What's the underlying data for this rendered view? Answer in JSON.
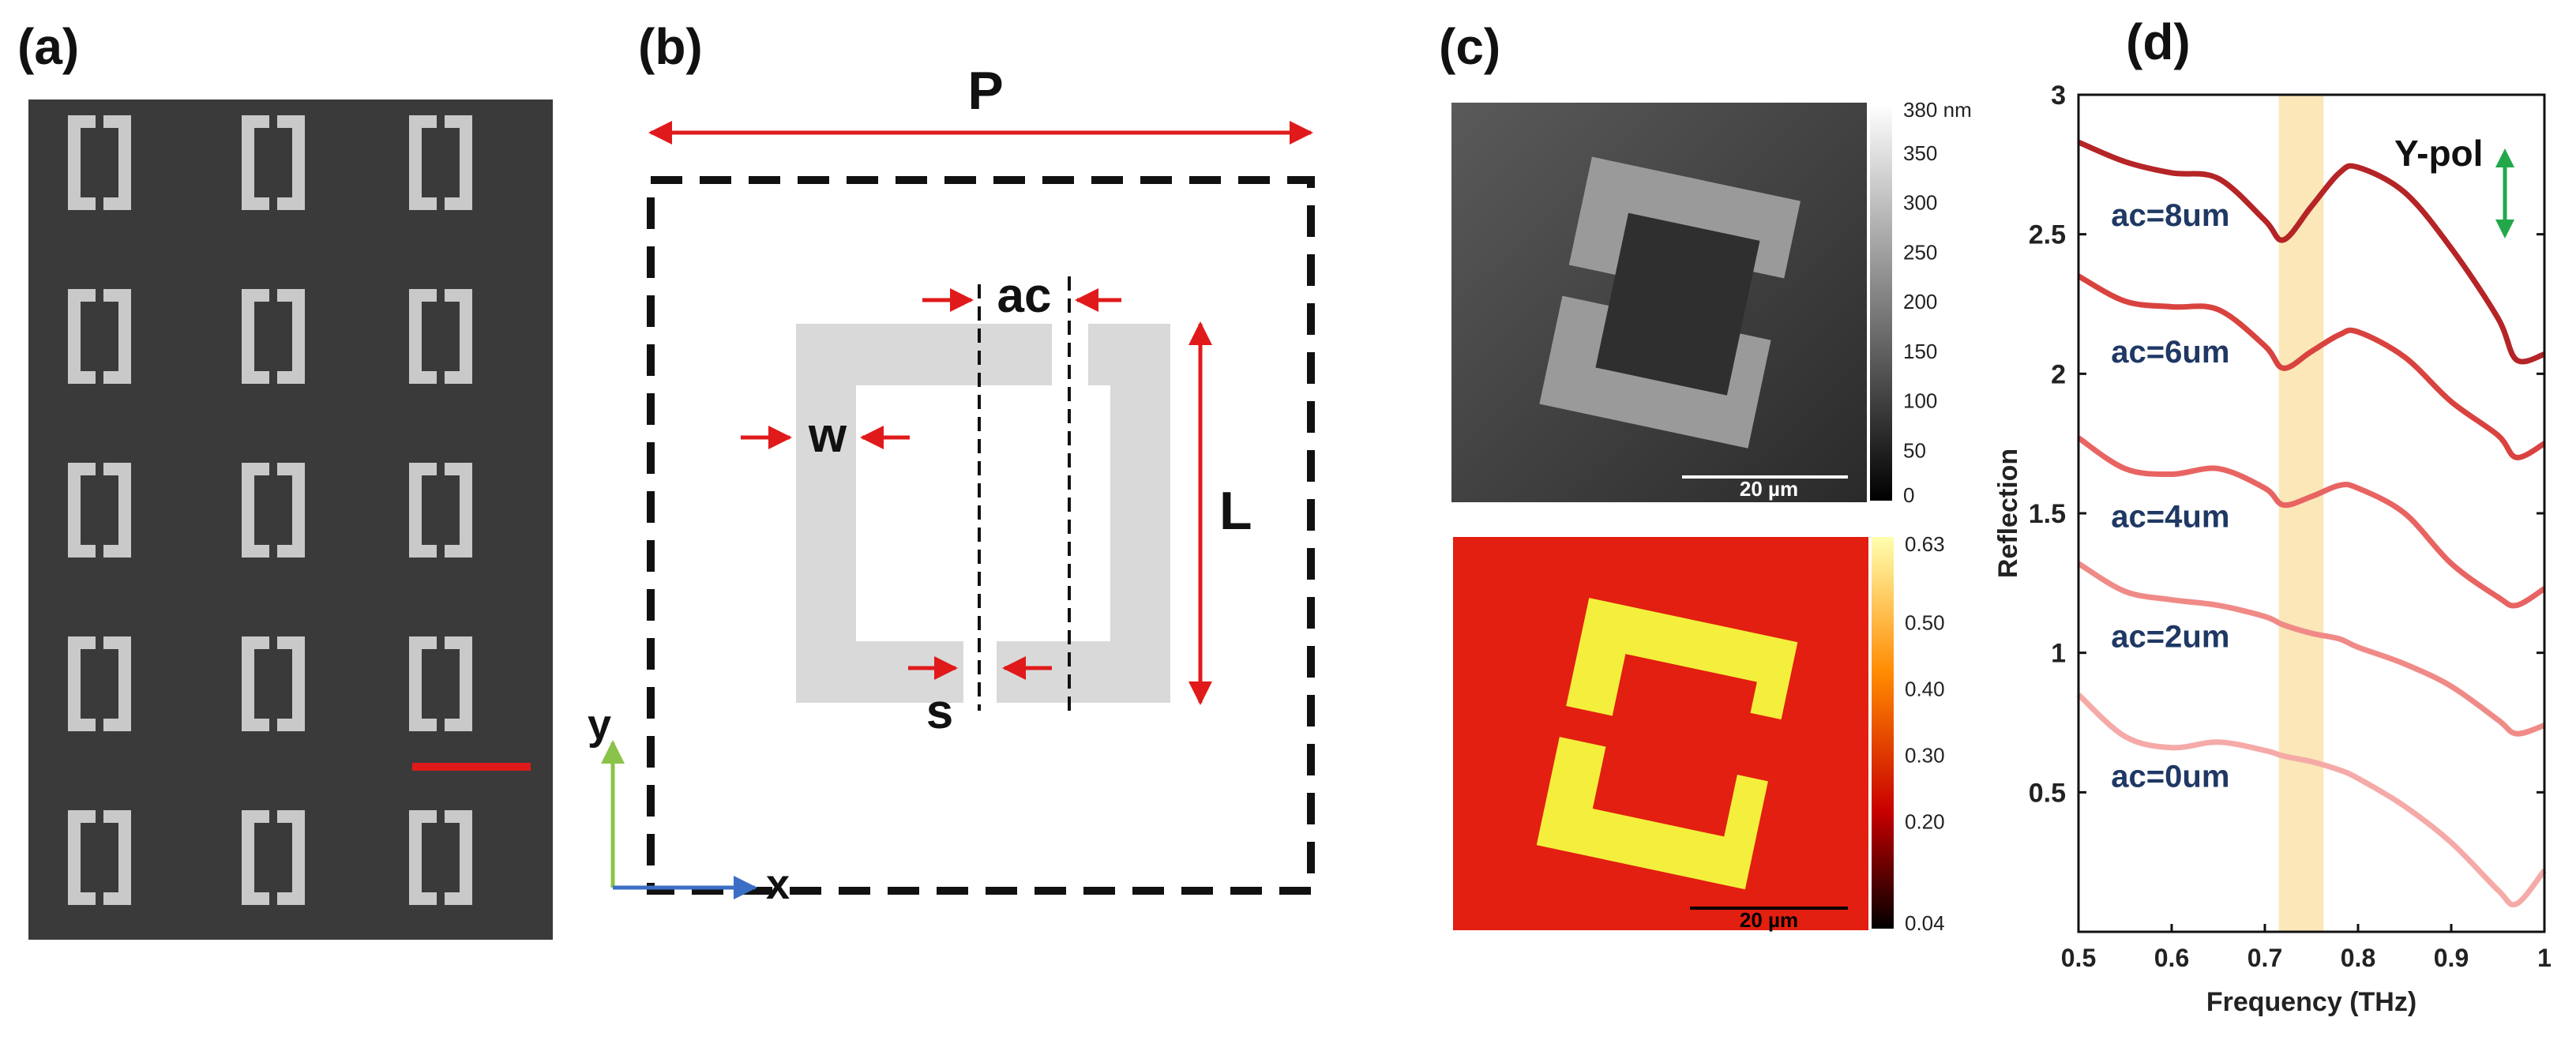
{
  "panels": {
    "a": {
      "label": "(a)"
    },
    "b": {
      "label": "(b)",
      "dims": {
        "P": "P",
        "ac": "ac",
        "w": "w",
        "L": "L",
        "s": "s"
      },
      "axes": {
        "x": "x",
        "y": "y"
      }
    },
    "c": {
      "label": "(c)",
      "afm_colorbar": {
        "ticks": [
          "380 nm",
          "350",
          "300",
          "250",
          "200",
          "150",
          "100",
          "50",
          "0"
        ]
      },
      "afm_scalebar": "20 µm",
      "map_colorbar": {
        "ticks": [
          "0.63",
          "0.50",
          "0.40",
          "0.30",
          "0.20",
          "0.04"
        ]
      },
      "map_scalebar": "20 µm"
    },
    "d": {
      "label": "(d)",
      "polarization": "Y-pol"
    }
  },
  "chart_data": {
    "type": "line",
    "xlabel": "Frequency (THz)",
    "ylabel": "Reflection",
    "xlim": [
      0.5,
      1.0
    ],
    "ylim": [
      0.0,
      3.0
    ],
    "xticks": [
      "0.5",
      "0.6",
      "0.7",
      "0.8",
      "0.9",
      "1"
    ],
    "yticks": [
      "0.5",
      "1",
      "1.5",
      "2",
      "2.5",
      "3"
    ],
    "highlight_band": {
      "x": [
        0.715,
        0.763
      ],
      "color": "#fbe7b8"
    },
    "x": [
      0.5,
      0.55,
      0.6,
      0.65,
      0.7,
      0.72,
      0.75,
      0.78,
      0.8,
      0.85,
      0.9,
      0.95,
      0.97,
      1.0
    ],
    "series": [
      {
        "name": "ac=8um",
        "color": "#b52426",
        "values": [
          2.83,
          2.76,
          2.72,
          2.7,
          2.55,
          2.48,
          2.6,
          2.72,
          2.74,
          2.65,
          2.45,
          2.2,
          2.05,
          2.07
        ]
      },
      {
        "name": "ac=6um",
        "color": "#d9433f",
        "values": [
          2.35,
          2.26,
          2.24,
          2.23,
          2.1,
          2.02,
          2.08,
          2.14,
          2.15,
          2.06,
          1.9,
          1.78,
          1.7,
          1.75
        ]
      },
      {
        "name": "ac=4um",
        "color": "#e86462",
        "values": [
          1.77,
          1.66,
          1.64,
          1.66,
          1.59,
          1.53,
          1.56,
          1.6,
          1.59,
          1.5,
          1.32,
          1.2,
          1.17,
          1.23
        ]
      },
      {
        "name": "ac=2um",
        "color": "#f08a87",
        "values": [
          1.32,
          1.22,
          1.19,
          1.17,
          1.13,
          1.1,
          1.07,
          1.05,
          1.02,
          0.96,
          0.88,
          0.76,
          0.71,
          0.74
        ]
      },
      {
        "name": "ac=0um",
        "color": "#f5aaa8",
        "values": [
          0.85,
          0.7,
          0.66,
          0.68,
          0.65,
          0.63,
          0.61,
          0.58,
          0.55,
          0.45,
          0.32,
          0.15,
          0.1,
          0.22
        ]
      }
    ],
    "legend_placement": "inline-labels"
  }
}
